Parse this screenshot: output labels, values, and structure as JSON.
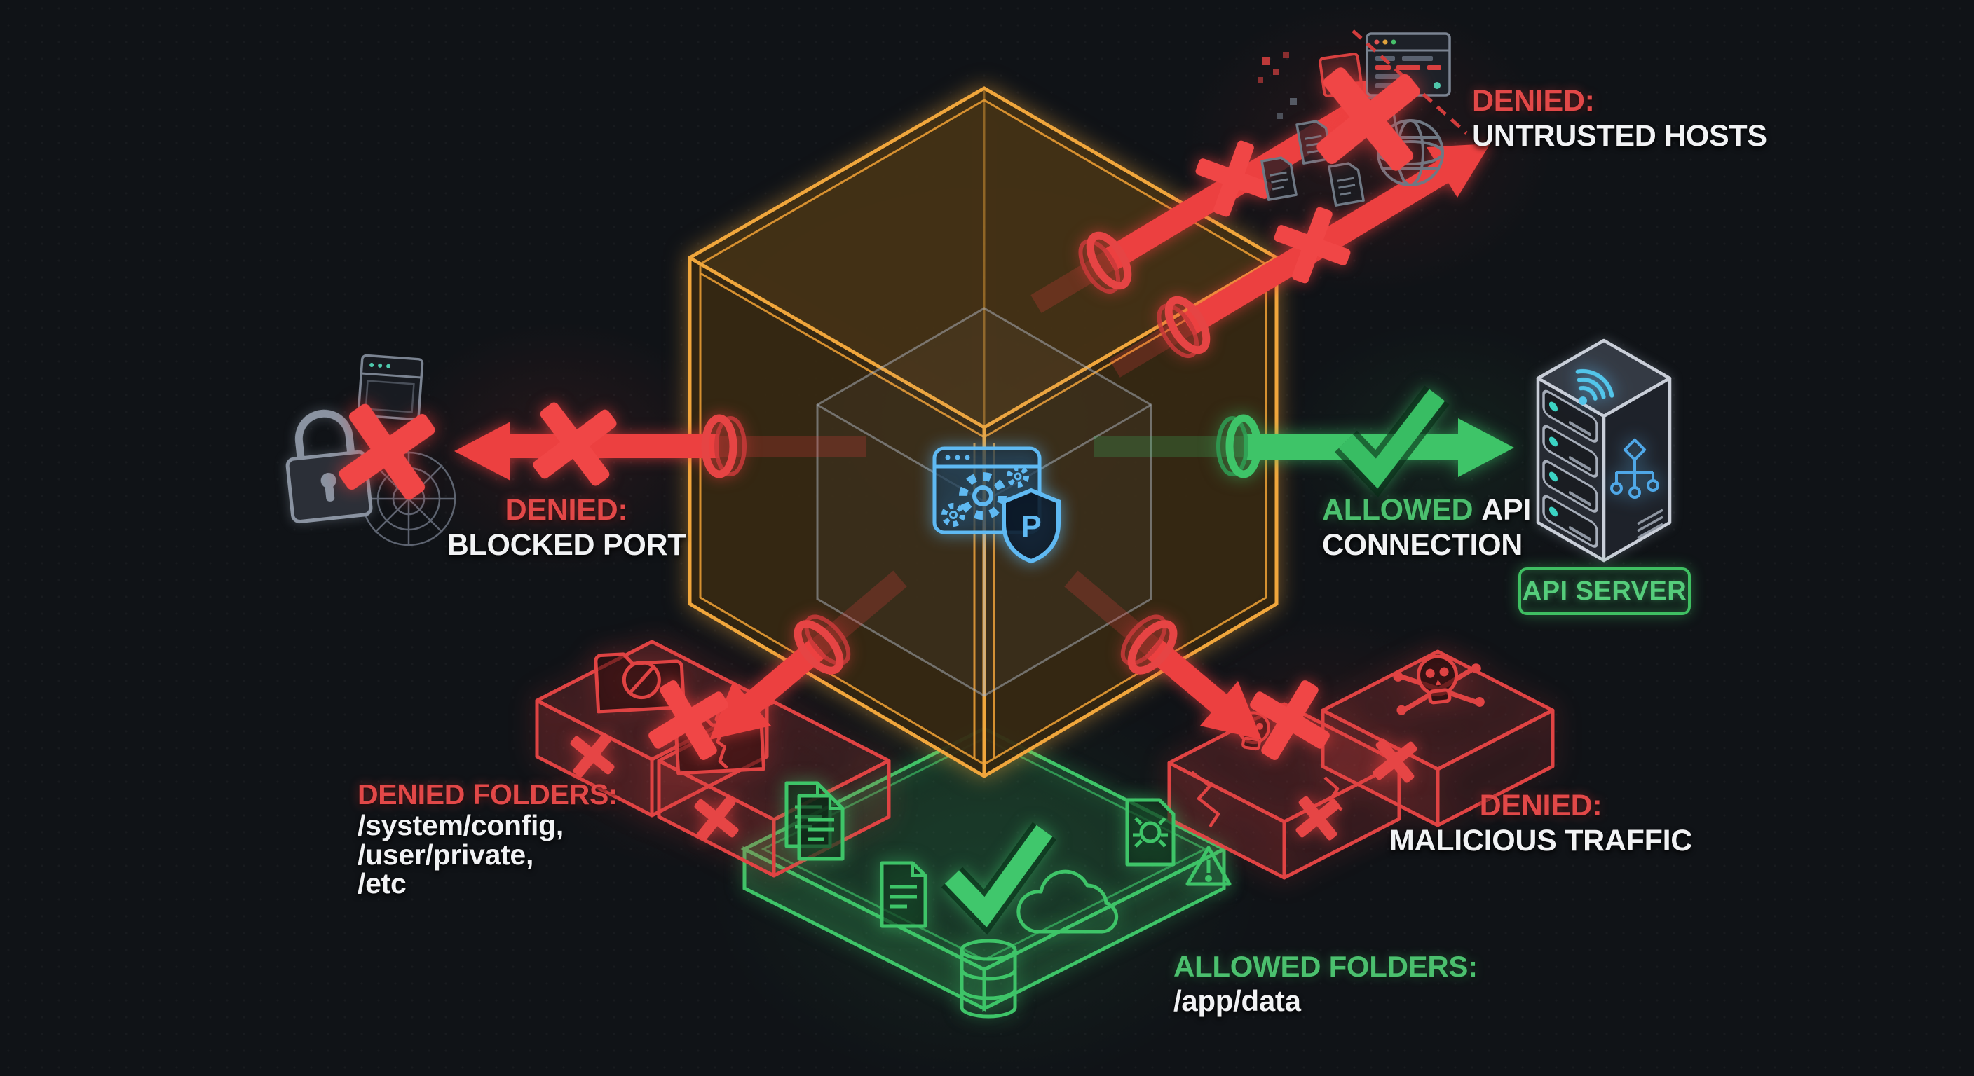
{
  "palette": {
    "background": "#101317",
    "orange": "#f0a63c",
    "red": "#ec4040",
    "green": "#3ec468",
    "blue": "#5fb9f2",
    "gray": "#8a93a1",
    "white": "#f1f2f4"
  },
  "labels": {
    "untrusted_hosts": {
      "status": "DENIED:",
      "text": "UNTRUSTED HOSTS"
    },
    "blocked_port": {
      "status": "DENIED:",
      "text": "BLOCKED PORT"
    },
    "api_connection": {
      "status": "ALLOWED",
      "text_rest": "API",
      "text_line2": "CONNECTION"
    },
    "api_server_badge": {
      "text": "API SERVER"
    },
    "denied_folders": {
      "status": "DENIED FOLDERS:",
      "paths": [
        "/system/config,",
        "/user/private,",
        "/etc"
      ]
    },
    "malicious_traffic": {
      "status": "DENIED:",
      "text": "MALICIOUS TRAFFIC"
    },
    "allowed_folders": {
      "status": "ALLOWED FOLDERS:",
      "path": "/app/data"
    }
  },
  "center_icon": {
    "shield_letter": "P"
  },
  "icons": {
    "sandbox-cube": "isometric wireframe cube",
    "inner-cube": "inner translucent cube",
    "app-window": "browser window with gears",
    "shield": "shield with letter",
    "port-ring": "pass-through port ring",
    "x-mark": "red x cross",
    "check-mark": "green check",
    "padlock": "padlock",
    "browser-window": "small browser window",
    "spider-web": "spider web",
    "globe": "globe grid",
    "code-window-glitch": "code window with glitch slash",
    "data-fragments": "scattered file fragments",
    "api-server-tower": "isometric server tower",
    "wifi": "wifi waves",
    "network-tree": "network hierarchy nodes",
    "folder-blocked": "folder with prohibition sign",
    "folder-cracked": "cracked folder",
    "skull": "skull",
    "skull-crossbones": "skull and crossbones",
    "documents-stack": "stacked document pages",
    "document": "document page",
    "database": "database cylinder",
    "cloud": "cloud outline",
    "malware-scan-doc": "document with bug and warning triangle"
  }
}
